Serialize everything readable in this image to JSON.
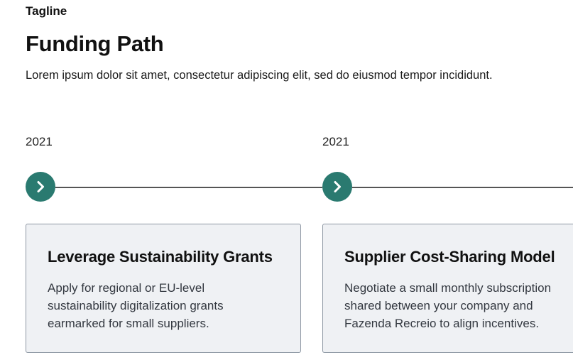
{
  "section": {
    "tagline": "Tagline",
    "title": "Funding Path",
    "description": "Lorem ipsum dolor sit amet, consectetur adipiscing elit, sed do eiusmod tempor incididunt."
  },
  "timeline": {
    "marker_icon": "chevron-right-icon",
    "accent_color": "#2a7a70",
    "line_color": "#555555",
    "card_background": "#eff1f4",
    "steps": [
      {
        "year": "2021",
        "title": "Leverage Sustainability Grants",
        "body": "Apply for regional or EU-level\nsustainability digitalization grants\nearmarked for small suppliers."
      },
      {
        "year": "2021",
        "title": "Supplier Cost-Sharing Model",
        "body": "Negotiate a small monthly subscription\nshared between your company and\nFazenda Recreio to align incentives."
      }
    ]
  }
}
